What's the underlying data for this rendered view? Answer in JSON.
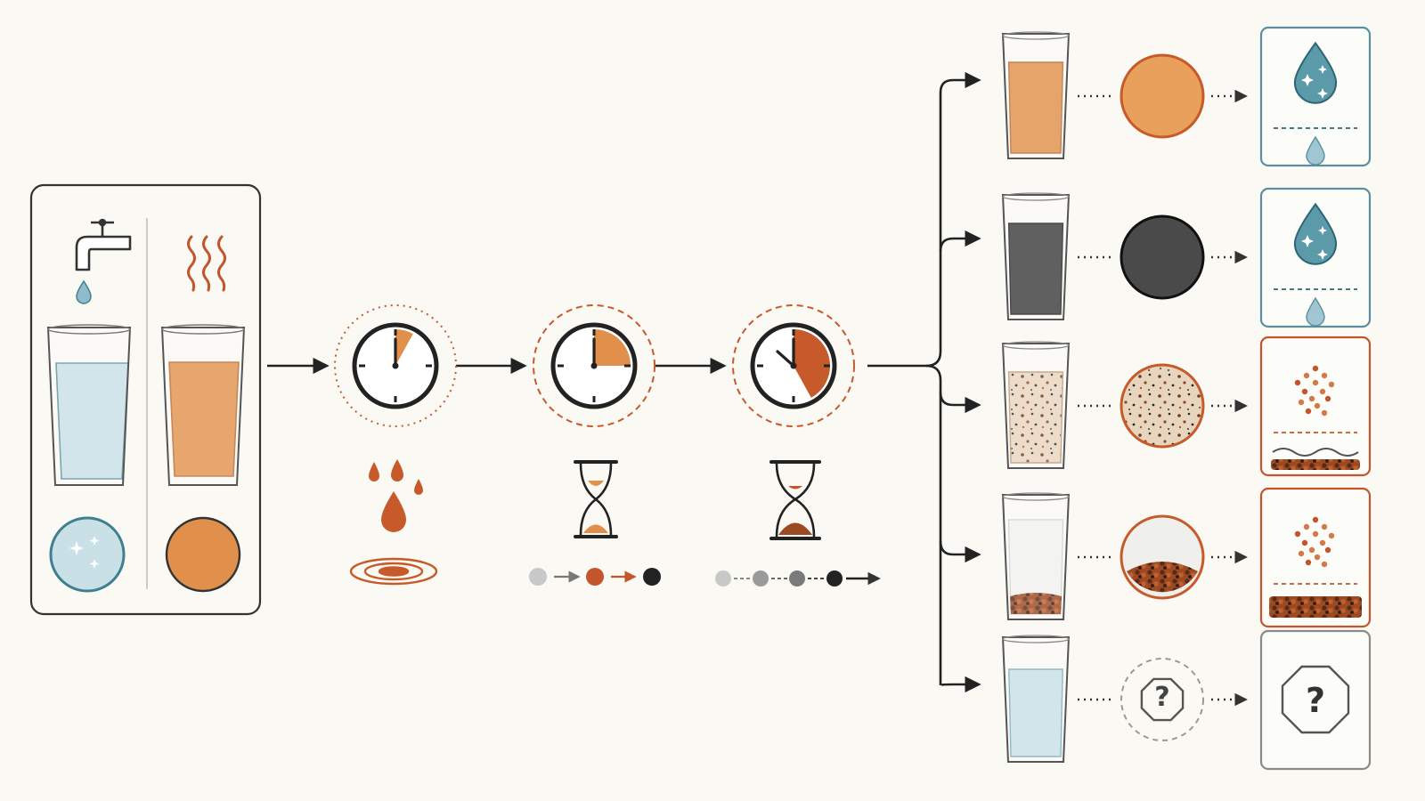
{
  "colors": {
    "background": "#faf9f4",
    "ink": "#222222",
    "water": "#c2dde4",
    "water_edge": "#4d8a99",
    "tea": "#e0904a",
    "tea_ring": "#c65a2a",
    "rust": "#c2552c",
    "dark": "#3b3b3b",
    "grey": "#9a9a9a",
    "panel_border": "#5b8fa0"
  },
  "start_panel": {
    "left": {
      "icon": "faucet-icon",
      "liquid": "clear-water"
    },
    "right": {
      "icon": "heat-waves-icon",
      "liquid": "amber-tea"
    }
  },
  "steps": [
    {
      "clock_fill": 0.08,
      "symbol": "drip-ripple-icon"
    },
    {
      "clock_fill": 0.25,
      "symbol": "hourglass-icon",
      "progression": [
        "light",
        "amber",
        "dark"
      ]
    },
    {
      "clock_fill": 0.42,
      "symbol": "hourglass-icon",
      "progression": [
        "light",
        "grey",
        "grey",
        "dark"
      ]
    }
  ],
  "outcomes": [
    {
      "glass": "amber",
      "swatch": "amber",
      "result": "clear-drop"
    },
    {
      "glass": "dark",
      "swatch": "dark",
      "result": "clear-drop"
    },
    {
      "glass": "speckled",
      "swatch": "speckled",
      "result": "particles-wavy"
    },
    {
      "glass": "sediment",
      "swatch": "sediment",
      "result": "particles-layer"
    },
    {
      "glass": "clear",
      "swatch": "unknown",
      "result": "unknown"
    }
  ],
  "unknown_label": "?"
}
